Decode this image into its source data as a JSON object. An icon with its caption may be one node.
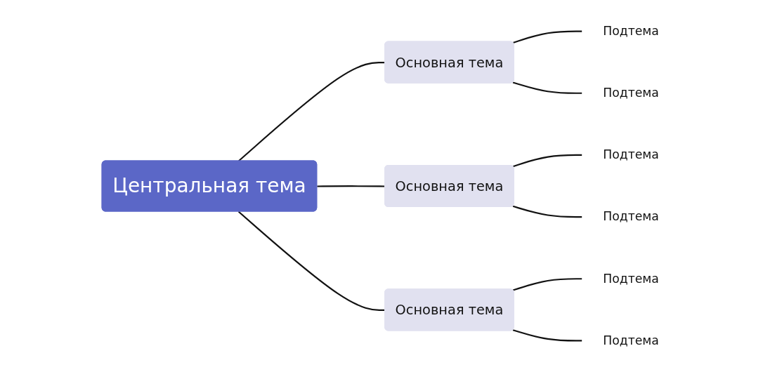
{
  "diagram": {
    "nodes": [
      {
        "text": [
          "Центральная тема"
        ]
      },
      {
        "text": [
          "Основная тема"
        ]
      },
      {
        "text": [
          "Подтема"
        ]
      },
      {
        "text": [
          "Подтема"
        ]
      },
      {
        "text": [
          "Основная тема"
        ]
      },
      {
        "text": [
          "Подтема"
        ]
      },
      {
        "text": [
          "Подтема"
        ]
      },
      {
        "text": [
          "Основная тема"
        ]
      },
      {
        "text": [
          "Подтема"
        ]
      },
      {
        "text": [
          "Подтема"
        ]
      }
    ],
    "edges": [
      {
        "from": 0,
        "to": 1,
        "arrow": "none"
      },
      {
        "from": 0,
        "to": 4,
        "arrow": "none"
      },
      {
        "from": 0,
        "to": 7,
        "arrow": "none"
      },
      {
        "from": 1,
        "to": 2,
        "arrow": "none"
      },
      {
        "from": 1,
        "to": 3,
        "arrow": "none"
      },
      {
        "from": 4,
        "to": 5,
        "arrow": "none"
      },
      {
        "from": 4,
        "to": 6,
        "arrow": "none"
      },
      {
        "from": 7,
        "to": 8,
        "arrow": "none"
      },
      {
        "from": 7,
        "to": 9,
        "arrow": "none"
      }
    ]
  }
}
